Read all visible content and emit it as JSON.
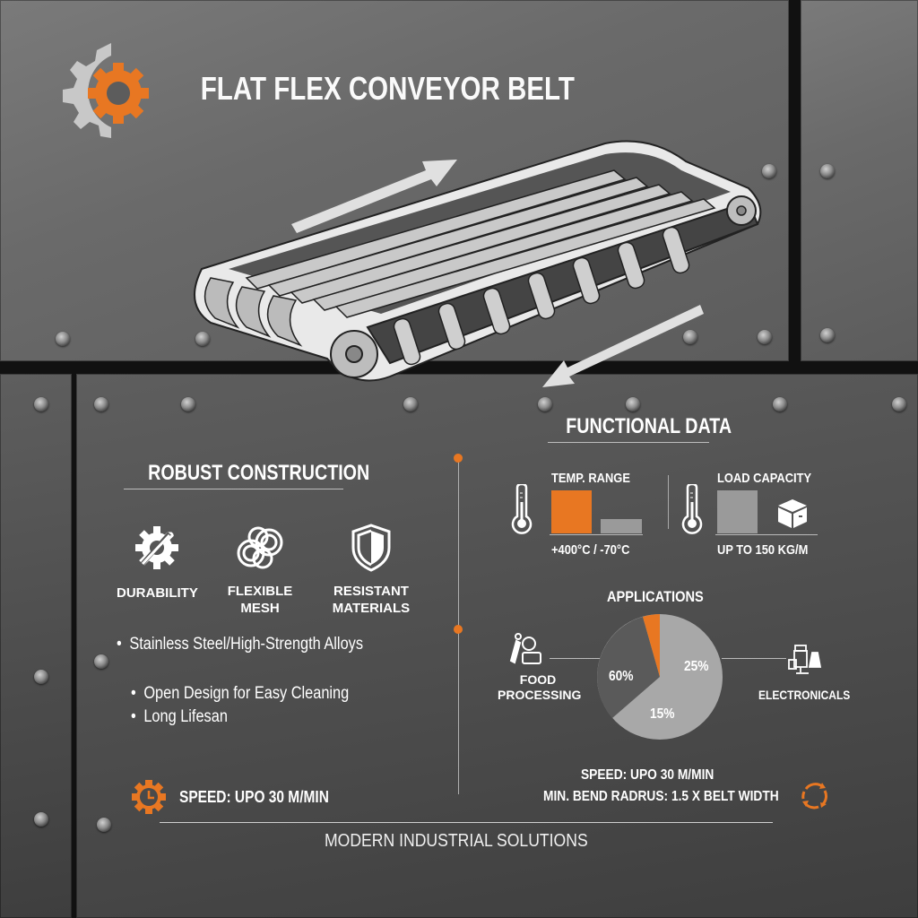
{
  "header": {
    "title": "FLAT FLEX CONVEYOR BELT",
    "logo_icon": "gear-icon"
  },
  "colors": {
    "accent": "#e87722",
    "text": "#ffffff",
    "bar_gray": "#9a9a9a",
    "pie_dark": "#5a5a5a",
    "pie_light": "#a8a8a8"
  },
  "hero": {
    "illustration": "conveyor-belt-illustration",
    "arrow_top": "arrow-right-icon",
    "arrow_bottom": "arrow-left-icon"
  },
  "robust": {
    "title": "ROBUST CONSTRUCTION",
    "features": [
      {
        "icon": "gear-wrench-icon",
        "label_line1": "DURABILITY",
        "label_line2": ""
      },
      {
        "icon": "chain-links-icon",
        "label_line1": "FLEXIBLE",
        "label_line2": "MESH"
      },
      {
        "icon": "shield-icon",
        "label_line1": "RESISTANT",
        "label_line2": "MATERIALS"
      }
    ],
    "bullets": [
      "Stainless Steel/High-Strength Alloys",
      "Open Design for Easy Cleaning",
      "Long Lifesan"
    ],
    "speed": "SPEED: UPO 30 M/MIN"
  },
  "functional": {
    "title": "FUNCTIONAL DATA",
    "temp": {
      "label": "TEMP. RANGE",
      "value": "+400°C / -70°C"
    },
    "load": {
      "label": "LOAD CAPACITY",
      "value": "UP TO 150 KG/M"
    }
  },
  "applications": {
    "title": "APPLICATIONS",
    "left_label_line1": "FOOD",
    "left_label_line2": "PROCESSING",
    "right_label": "ELECTRONICALS",
    "slice_labels": [
      "60%",
      "25%",
      "15%"
    ]
  },
  "specs": {
    "speed": "SPEED: UPO 30 M/MIN",
    "bend": "MIN. BEND RADRUS: 1.5 X BELT WIDTH"
  },
  "footer": {
    "tagline": "MODERN INDUSTRIAL SOLUTIONS"
  },
  "chart_data": [
    {
      "type": "bar",
      "title": "TEMP. RANGE",
      "categories": [
        "+400°C",
        "-70°C"
      ],
      "values": [
        400,
        70
      ],
      "colors": [
        "#e87722",
        "#9a9a9a"
      ],
      "xlabel": "+400°C / -70°C",
      "ylabel": ""
    },
    {
      "type": "bar",
      "title": "LOAD CAPACITY",
      "categories": [
        "Load"
      ],
      "values": [
        150
      ],
      "unit": "KG/M",
      "xlabel": "UP TO 150 KG/M"
    },
    {
      "type": "pie",
      "title": "APPLICATIONS",
      "labels": [
        "60%",
        "25%",
        "15%",
        "accent"
      ],
      "values": [
        35,
        60,
        0,
        5
      ],
      "slice_text": [
        "60%",
        "25%",
        "15%"
      ],
      "legend": [
        "FOOD PROCESSING",
        "ELECTRONICALS"
      ]
    }
  ]
}
